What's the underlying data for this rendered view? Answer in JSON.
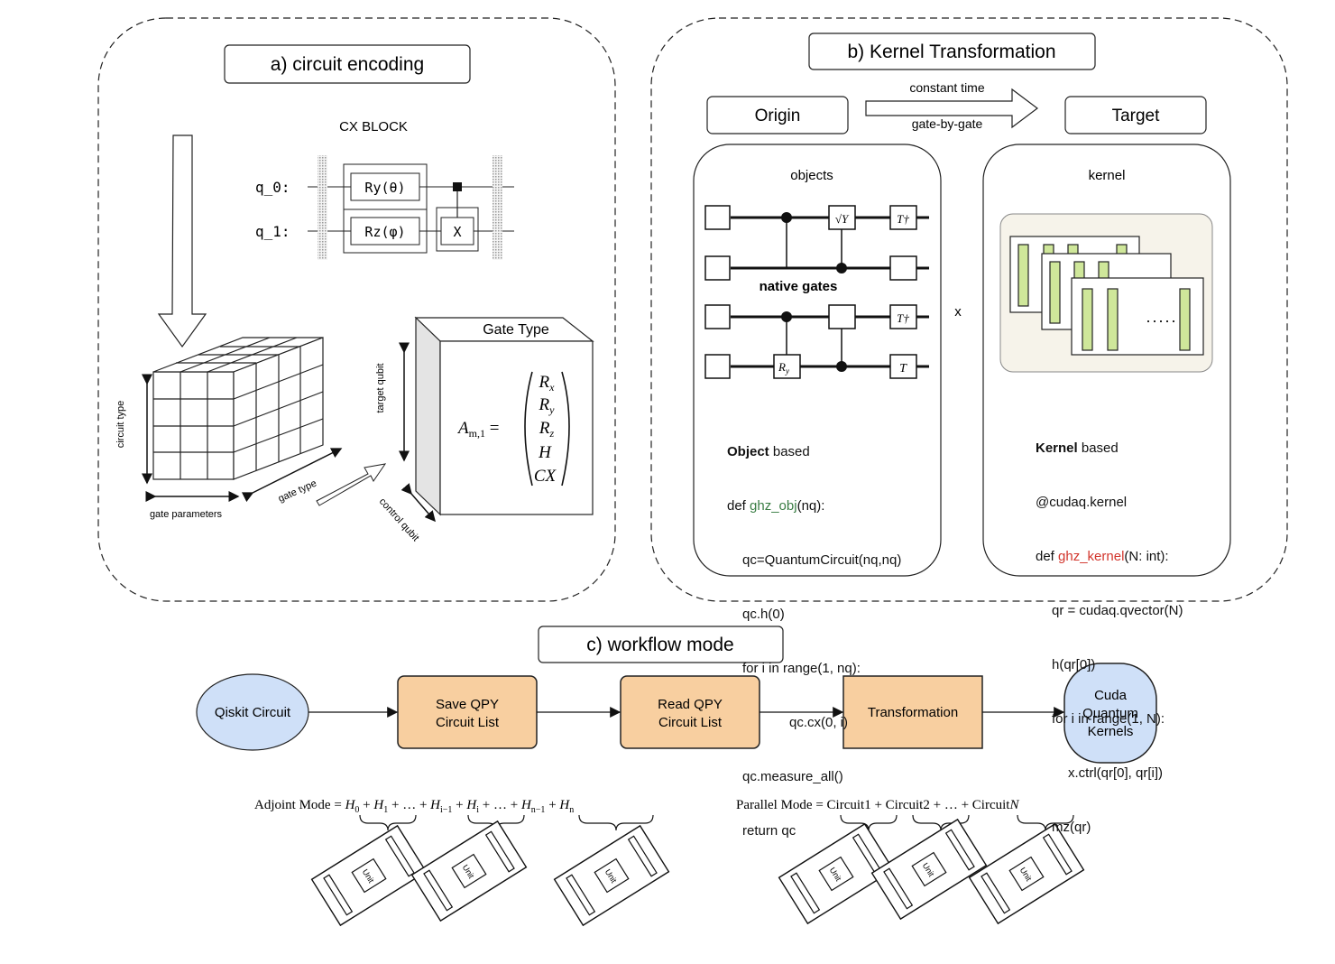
{
  "panel_a": {
    "title": "a) circuit encoding",
    "cx_block_label": "CX BLOCK",
    "qubit_labels": [
      "q_0:",
      "q_1:"
    ],
    "gates": {
      "ry": "Ry(θ)",
      "rz": "Rz(φ)",
      "x": "X"
    },
    "tensor_axes": {
      "circuit_type": "circuit type",
      "gate_parameters": "gate parameters",
      "gate_type": "gate type"
    },
    "gate_type_box": {
      "title": "Gate Type",
      "target_axis": "target qubit",
      "control_axis": "control qubit",
      "matrix_lhs": "A",
      "matrix_lhs_sub": "m,1",
      "matrix_entries": [
        "R",
        "R",
        "R",
        "H",
        "CX"
      ],
      "matrix_entry_subs": [
        "x",
        "y",
        "z",
        "",
        ""
      ]
    }
  },
  "panel_b": {
    "title": "b) Kernel Transformation",
    "origin_label": "Origin",
    "target_label": "Target",
    "arrow_top": "constant time",
    "arrow_bottom": "gate-by-gate",
    "multiply": "x",
    "objects": {
      "heading": "objects",
      "native_gates": "native gates",
      "gate_sqrt_y": "√Y",
      "gate_tdg": "T†",
      "gate_ry": "R",
      "gate_ry_sub": "y",
      "gate_t": "T",
      "code_title_bold": "Object",
      "code_title_rest": " based",
      "code_def": "def ",
      "code_fn": "ghz_obj",
      "code_sig": "(nq):",
      "code_lines": [
        "qc=QuantumCircuit(nq,nq)",
        "qc.h(0)",
        "for i in range(1, nq):",
        "qc.cx(0, i)",
        "qc.measure_all()",
        "return qc"
      ]
    },
    "kernel": {
      "heading": "kernel",
      "dots": ".....",
      "code_title_bold": "Kernel",
      "code_title_rest": " based",
      "decorator": "@cudaq.kernel",
      "code_def": "def ",
      "code_fn": "ghz_kernel",
      "code_sig": "(N: int):",
      "code_lines": [
        "qr = cudaq.qvector(N)",
        "h(qr[0])",
        "for i in range(1, N):",
        "x.ctrl(qr[0], qr[i])",
        "mz(qr)"
      ]
    }
  },
  "panel_c": {
    "title": "c) workflow mode",
    "nodes": [
      "Qiskit Circuit",
      "Save QPY\nCircuit List",
      "Read QPY\nCircuit List",
      "Transformation",
      "Cuda\nQuantum\nKernels"
    ],
    "adjoint_label": "Adjoint Mode",
    "adjoint_terms": [
      "H",
      "H",
      "…",
      "H",
      "H",
      "…",
      "H",
      "H"
    ],
    "adjoint_subs": [
      "0",
      "1",
      "",
      "i−1",
      "i",
      "",
      "n−1",
      "n"
    ],
    "parallel_label": "Parallel Mode",
    "parallel_terms": [
      "Circuit1",
      "Circuit2",
      "…",
      "Circuit"
    ],
    "parallel_last_italic": "N",
    "unit_label": "Unit"
  },
  "colors": {
    "process_fill": "#f8cfa0",
    "terminal_fill": "#cfe0f8",
    "kernel_panel_fill": "#f6f3ea",
    "kernel_bar": "#cfe79a",
    "function_green": "#3a7d44",
    "function_red": "#d2352c"
  }
}
